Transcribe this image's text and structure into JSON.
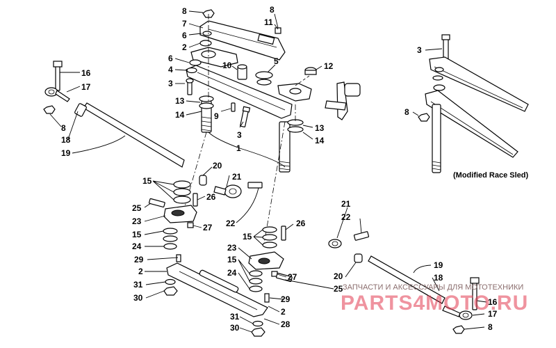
{
  "diagram": {
    "inset_label": "(Modified Race Sled)",
    "callouts": [
      {
        "id": "c8a",
        "text": "8"
      },
      {
        "id": "c7",
        "text": "7"
      },
      {
        "id": "c6a",
        "text": "6"
      },
      {
        "id": "c2a",
        "text": "2"
      },
      {
        "id": "c6b",
        "text": "6"
      },
      {
        "id": "c4",
        "text": "4"
      },
      {
        "id": "c3a",
        "text": "3"
      },
      {
        "id": "c13a",
        "text": "13"
      },
      {
        "id": "c14a",
        "text": "14"
      },
      {
        "id": "c9",
        "text": "9"
      },
      {
        "id": "c3b",
        "text": "3"
      },
      {
        "id": "c10",
        "text": "10"
      },
      {
        "id": "c8b",
        "text": "8"
      },
      {
        "id": "c11",
        "text": "11"
      },
      {
        "id": "c5",
        "text": "5"
      },
      {
        "id": "c12",
        "text": "12"
      },
      {
        "id": "c13b",
        "text": "13"
      },
      {
        "id": "c14b",
        "text": "14"
      },
      {
        "id": "c1",
        "text": "1"
      },
      {
        "id": "c16a",
        "text": "16"
      },
      {
        "id": "c17a",
        "text": "17"
      },
      {
        "id": "c8c",
        "text": "8"
      },
      {
        "id": "c18a",
        "text": "18"
      },
      {
        "id": "c19a",
        "text": "19"
      },
      {
        "id": "c20a",
        "text": "20"
      },
      {
        "id": "c21a",
        "text": "21"
      },
      {
        "id": "c15a",
        "text": "15"
      },
      {
        "id": "c26a",
        "text": "26"
      },
      {
        "id": "c25a",
        "text": "25"
      },
      {
        "id": "c23a",
        "text": "23"
      },
      {
        "id": "c15b",
        "text": "15"
      },
      {
        "id": "c24a",
        "text": "24"
      },
      {
        "id": "c29a",
        "text": "29"
      },
      {
        "id": "c2b",
        "text": "2"
      },
      {
        "id": "c31a",
        "text": "31"
      },
      {
        "id": "c30a",
        "text": "30"
      },
      {
        "id": "c22a",
        "text": "22"
      },
      {
        "id": "c27a",
        "text": "27"
      },
      {
        "id": "c15c",
        "text": "15"
      },
      {
        "id": "c26b",
        "text": "26"
      },
      {
        "id": "c23b",
        "text": "23"
      },
      {
        "id": "c15d",
        "text": "15"
      },
      {
        "id": "c24b",
        "text": "24"
      },
      {
        "id": "c27b",
        "text": "27"
      },
      {
        "id": "c29b",
        "text": "29"
      },
      {
        "id": "c2c",
        "text": "2"
      },
      {
        "id": "c31b",
        "text": "31"
      },
      {
        "id": "c30b",
        "text": "30"
      },
      {
        "id": "c28",
        "text": "28"
      },
      {
        "id": "c21b",
        "text": "21"
      },
      {
        "id": "c22b",
        "text": "22"
      },
      {
        "id": "c20b",
        "text": "20"
      },
      {
        "id": "c25b",
        "text": "25"
      },
      {
        "id": "c19b",
        "text": "19"
      },
      {
        "id": "c18b",
        "text": "18"
      },
      {
        "id": "c16b",
        "text": "16"
      },
      {
        "id": "c17b",
        "text": "17"
      },
      {
        "id": "c8d",
        "text": "8"
      },
      {
        "id": "c3c",
        "text": "3"
      },
      {
        "id": "c8e",
        "text": "8"
      }
    ]
  },
  "watermark": {
    "caption": "ЗАПЧАСТИ И АКСЕССУАРЫ ДЛЯ МОТОТЕХНИКИ",
    "brand": "PARTS4MOTO.RU",
    "brand_color": "#e23b52"
  }
}
